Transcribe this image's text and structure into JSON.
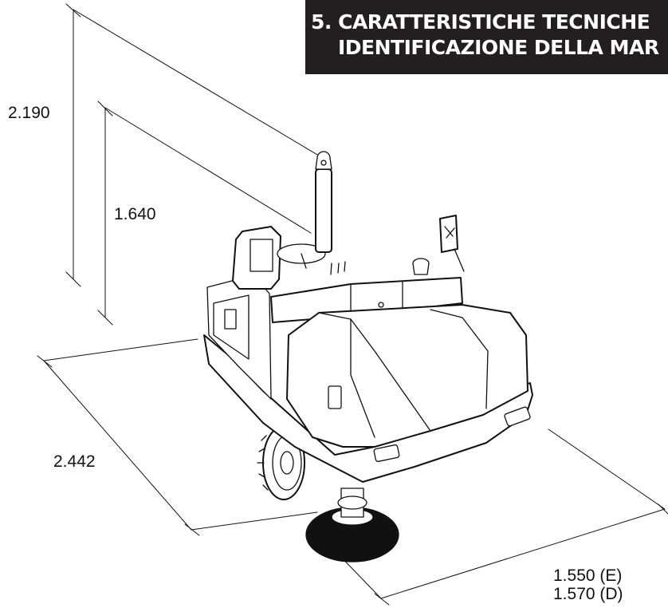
{
  "header": {
    "line1": "5. CARATTERISTICHE TECNICHE",
    "line2": "IDENTIFICAZIONE DELLA MAR"
  },
  "dimensions": {
    "overall_height": "2.190",
    "seat_height": "1.640",
    "length": "2.442",
    "width_e": "1.550 (E)",
    "width_d": "1.570 (D)"
  },
  "colors": {
    "ink": "#231f20",
    "paper": "#ffffff"
  }
}
